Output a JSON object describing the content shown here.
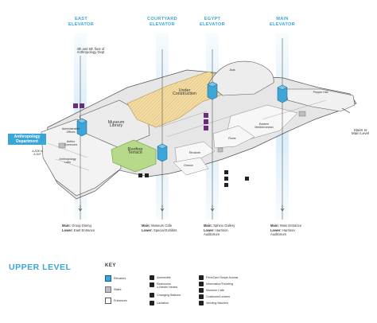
{
  "elevators": {
    "east": "EAST\nELEVATOR",
    "courtyard": "COURTYARD\nELEVATOR",
    "egypt": "EGYPT\nELEVATOR",
    "main": "MAIN\nELEVATOR"
  },
  "east_note": "4th and 5th floor of\nAnthropology Dept",
  "rooms": {
    "museum_library": "Museum\nLibrary",
    "under_construction": "Under\nConstruction",
    "rooftop_terrace": "Rooftop\nTerrace",
    "anthropology_department": "Anthropology\nDepartment",
    "admin_offices": "Administrative\nOffices",
    "anthro_commons": "Anthro\nCommons",
    "anthropology_labs": "Anthropology\nLabs",
    "room_a": "A-528 to\nA-547",
    "asia": "Asia",
    "pepper_hall": "Pepper Hall",
    "eastern_mediterranean": "Eastern\nMediterranean",
    "rome": "Rome",
    "etruscan": "Etruscan",
    "greece": "Greece",
    "stairs_main": "Stairs to\nMain Level"
  },
  "destinations": {
    "east": {
      "main_label": "Main:",
      "main": "Group Dining",
      "lower_label": "Lower:",
      "lower": "East Entrance"
    },
    "courtyard": {
      "main_label": "Main:",
      "main": "Museum Cafe",
      "lower_label": "Lower:",
      "lower": "Special Exhibits"
    },
    "egypt": {
      "main_label": "Main:",
      "main": "Sphinx Gallery",
      "lower_label": "Lower:",
      "lower": "Harrison\nAuditorium"
    },
    "main": {
      "main_label": "Main:",
      "main": "Main Entrance",
      "lower_label": "Lower:",
      "lower": "Harrison\nAuditorium"
    }
  },
  "level_title": "UPPER LEVEL",
  "key": {
    "title": "KEY",
    "elevators": "Elevators",
    "stairs": "Stairs",
    "entrances": "Entrances",
    "accessible": "Accessible",
    "restrooms": "Restrooms",
    "gender_neutral": "Gender Neutral",
    "changing_stations": "Changing Stations",
    "lactation": "Lactation",
    "penncard": "PennCard Swipe Access",
    "info": "Information/Ticketing",
    "cafe": "Museum Cafe",
    "coatroom": "Coatroom/Lockers",
    "vending": "Vending Machine"
  },
  "colors": {
    "accent": "#3aa6d6",
    "elevator_blue": "#3ea5d8",
    "construction": "#f0d9a0",
    "terrace": "#b7da8a",
    "floor_gray": "#dcdcdc",
    "marker_purple": "#6b2d7b"
  }
}
